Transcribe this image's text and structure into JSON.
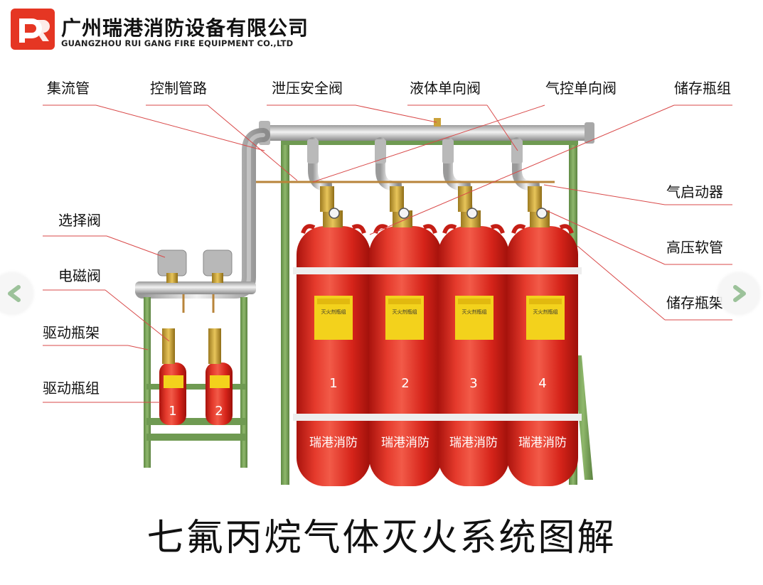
{
  "header": {
    "company_cn": "广州瑞港消防设备有限公司",
    "company_en": "GUANGZHOU RUI GANG FIRE EQUIPMENT CO.,LTD"
  },
  "callouts": {
    "manifold": "集流管",
    "control_pipeline": "控制管路",
    "relief_valve": "泄压安全阀",
    "liquid_check_valve": "液体单向阀",
    "gas_check_valve": "气控单向阀",
    "storage_cylinder_group": "储存瓶组",
    "gas_actuator": "气启动器",
    "high_pressure_hose": "高压软管",
    "storage_rack": "储存瓶架",
    "selector_valve": "选择阀",
    "solenoid_valve": "电磁阀",
    "pilot_rack": "驱动瓶架",
    "pilot_cylinder_group": "驱动瓶组"
  },
  "cylinders": {
    "brand": "瑞港消防",
    "label_title": "灭火剂瓶组",
    "numbers": [
      "1",
      "2",
      "3",
      "4"
    ]
  },
  "pilot_cylinders": {
    "numbers": [
      "1",
      "2"
    ]
  },
  "title": "七氟丙烷气体灭火系统图解",
  "colors": {
    "cylinder_red": "#e0241b",
    "rack_green": "#7aa35a",
    "pipe_silver": "#c9c9c9",
    "label_yellow": "#f3d21c",
    "leader_red": "#d94a4a"
  },
  "nav": {
    "prev_icon": "arrow-left-icon",
    "next_icon": "arrow-right-icon"
  }
}
